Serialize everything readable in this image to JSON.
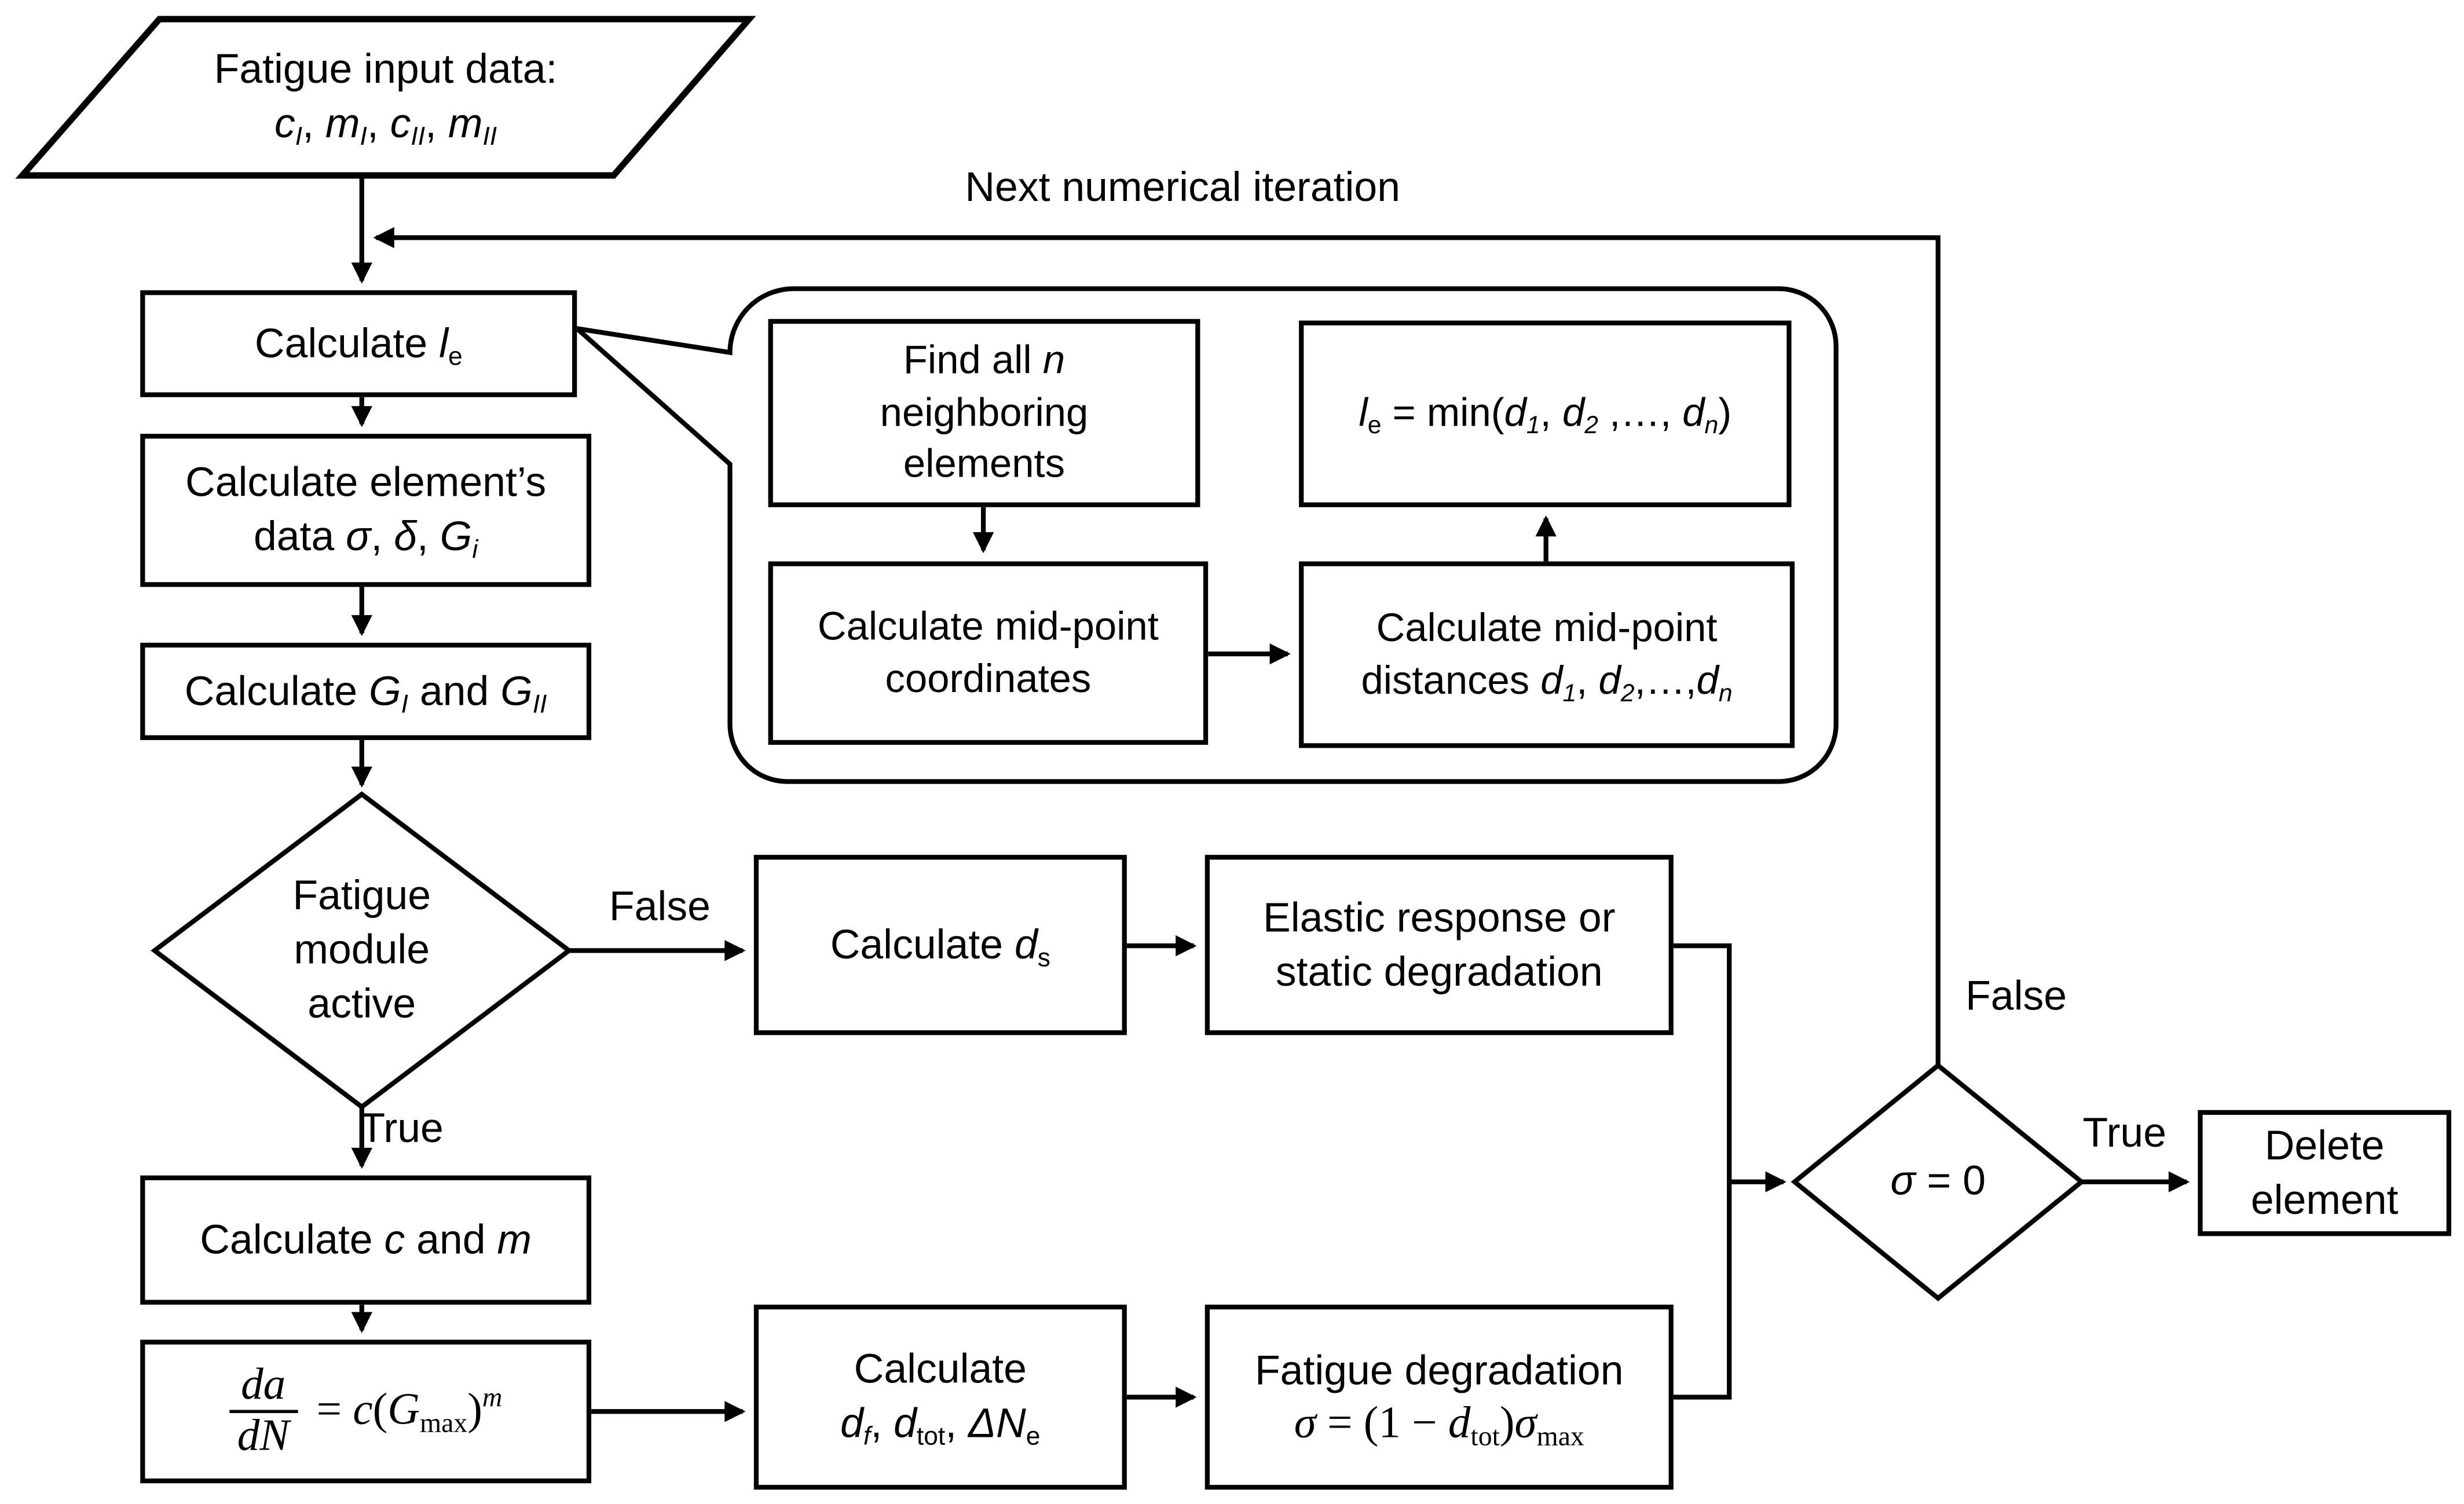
{
  "canvas": {
    "background": "#ffffff",
    "ink": "#000000"
  },
  "labels": {
    "next_iteration": "Next numerical iteration",
    "false_module": "False",
    "true_module": "True",
    "false_sigma": "False",
    "true_sigma": "True"
  },
  "nodes": {
    "input": {
      "line1": [
        {
          "t": "Fatigue input data:"
        }
      ],
      "line2": [
        {
          "t": "c",
          "i": 1
        },
        {
          "t": "I",
          "i": 1,
          "sub": 1
        },
        {
          "t": ", "
        },
        {
          "t": "m",
          "i": 1
        },
        {
          "t": "I",
          "i": 1,
          "sub": 1
        },
        {
          "t": ", "
        },
        {
          "t": "c",
          "i": 1
        },
        {
          "t": "II",
          "i": 1,
          "sub": 1
        },
        {
          "t": ", "
        },
        {
          "t": "m",
          "i": 1
        },
        {
          "t": "II",
          "i": 1,
          "sub": 1
        }
      ]
    },
    "calc_le": {
      "line1": [
        {
          "t": "Calculate "
        },
        {
          "t": "l",
          "i": 1
        },
        {
          "t": "e",
          "sub": 1
        }
      ]
    },
    "calc_data": {
      "line1": [
        {
          "t": "Calculate element’s"
        }
      ],
      "line2": [
        {
          "t": "data "
        },
        {
          "t": "σ",
          "i": 1
        },
        {
          "t": ", "
        },
        {
          "t": "δ",
          "i": 1
        },
        {
          "t": ", "
        },
        {
          "t": "G",
          "i": 1
        },
        {
          "t": "i",
          "i": 1,
          "sub": 1
        }
      ]
    },
    "calc_g": {
      "line1": [
        {
          "t": "Calculate "
        },
        {
          "t": "G",
          "i": 1
        },
        {
          "t": "I",
          "i": 1,
          "sub": 1
        },
        {
          "t": " and "
        },
        {
          "t": "G",
          "i": 1
        },
        {
          "t": "II",
          "i": 1,
          "sub": 1
        }
      ]
    },
    "fatigue_decision": {
      "line1": "Fatigue",
      "line2": "module",
      "line3": "active"
    },
    "calc_ds": {
      "line1": [
        {
          "t": "Calculate "
        },
        {
          "t": "d",
          "i": 1
        },
        {
          "t": "s",
          "sub": 1
        }
      ]
    },
    "elastic": {
      "line1": "Elastic response or",
      "line2": "static degradation"
    },
    "calc_cm": {
      "line1": [
        {
          "t": "Calculate "
        },
        {
          "t": "c",
          "i": 1
        },
        {
          "t": " and "
        },
        {
          "t": "m",
          "i": 1
        }
      ]
    },
    "paris_law": {
      "formula": [
        {
          "fr": {
            "num": [
              {
                "t": "da",
                "i": 1,
                "sf": 1
              }
            ],
            "den": [
              {
                "t": "dN",
                "i": 1,
                "sf": 1
              }
            ]
          }
        },
        {
          "t": " = ",
          "sf": 1
        },
        {
          "t": "c",
          "i": 1,
          "sf": 1
        },
        {
          "t": "(",
          "sf": 1
        },
        {
          "t": "G",
          "i": 1,
          "sf": 1
        },
        {
          "t": "max",
          "sub": 1,
          "sf": 1
        },
        {
          "t": ")",
          "sf": 1
        },
        {
          "t": "m",
          "i": 1,
          "sup": 1,
          "sf": 1
        }
      ]
    },
    "calc_df": {
      "line1": [
        {
          "t": "Calculate"
        }
      ],
      "line2": [
        {
          "t": "d",
          "i": 1
        },
        {
          "t": "f",
          "i": 1,
          "sub": 1
        },
        {
          "t": ", "
        },
        {
          "t": "d",
          "i": 1
        },
        {
          "t": "tot",
          "sub": 1
        },
        {
          "t": ", "
        },
        {
          "t": "ΔN",
          "i": 1
        },
        {
          "t": "e",
          "sub": 1
        }
      ]
    },
    "fatigue_deg": {
      "line1": [
        {
          "t": "Fatigue degradation"
        }
      ],
      "line2": [
        {
          "t": "σ",
          "i": 1,
          "sf": 1
        },
        {
          "t": " = (1 − ",
          "sf": 1
        },
        {
          "t": "d",
          "i": 1,
          "sf": 1
        },
        {
          "t": "tot",
          "sub": 1,
          "sf": 1
        },
        {
          "t": ")",
          "sf": 1
        },
        {
          "t": "σ",
          "i": 1,
          "sf": 1
        },
        {
          "t": "max",
          "sub": 1,
          "sf": 1
        }
      ]
    },
    "sigma_decision": {
      "line1": [
        {
          "t": "σ",
          "i": 1
        },
        {
          "t": " = 0"
        }
      ]
    },
    "delete": {
      "line1": "Delete",
      "line2": "element"
    },
    "find_n": {
      "line1": [
        {
          "t": "Find all "
        },
        {
          "t": "n",
          "i": 1
        }
      ],
      "line2": "neighboring",
      "line3": "elements"
    },
    "mid_coords": {
      "line1": "Calculate mid-point",
      "line2": "coordinates"
    },
    "mid_dist": {
      "line1": [
        {
          "t": "Calculate mid-point"
        }
      ],
      "line2": [
        {
          "t": "distances "
        },
        {
          "t": "d",
          "i": 1
        },
        {
          "t": "1",
          "i": 1,
          "sub": 1
        },
        {
          "t": ", "
        },
        {
          "t": "d",
          "i": 1
        },
        {
          "t": "2",
          "i": 1,
          "sub": 1
        },
        {
          "t": ",…,"
        },
        {
          "t": "d",
          "i": 1
        },
        {
          "t": "n",
          "i": 1,
          "sub": 1
        }
      ]
    },
    "min_dist": {
      "line1": [
        {
          "t": "l",
          "i": 1
        },
        {
          "t": "e",
          "sub": 1
        },
        {
          "t": " = min("
        },
        {
          "t": "d",
          "i": 1
        },
        {
          "t": "1",
          "i": 1,
          "sub": 1
        },
        {
          "t": ", "
        },
        {
          "t": "d",
          "i": 1
        },
        {
          "t": "2",
          "i": 1,
          "sub": 1
        },
        {
          "t": " ,…, "
        },
        {
          "t": "d",
          "i": 1
        },
        {
          "t": "n",
          "i": 1,
          "sub": 1
        },
        {
          "t": ")"
        }
      ]
    }
  }
}
